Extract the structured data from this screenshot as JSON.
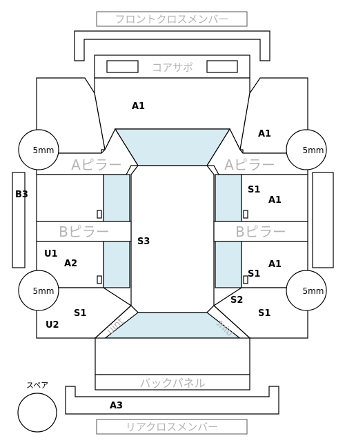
{
  "colors": {
    "glass": "#d7ebf2",
    "outline": "#000000",
    "label_gray": "#b4b4b4"
  },
  "labels": {
    "front_cross_member": "フロントクロスメンバー",
    "core_support": "コアサポ",
    "a_pillar": "Aピラー",
    "b_pillar": "Bピラー",
    "back_panel": "バックパネル",
    "rear_cross_member": "リアクロスメンバー",
    "spare": "スペア",
    "unit_mark": "uint",
    "size_5mm": "5mm"
  },
  "part_codes": {
    "a1": "A1",
    "a2": "A2",
    "a3": "A3",
    "b3": "B3",
    "s1": "S1",
    "s2": "S2",
    "s3": "S3",
    "u1": "U1",
    "u2": "U2"
  }
}
